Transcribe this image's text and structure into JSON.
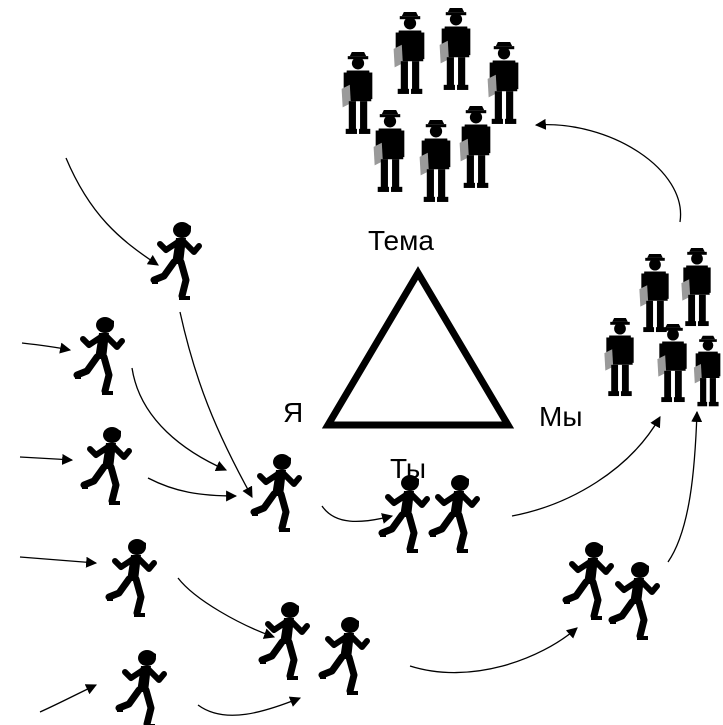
{
  "labels": {
    "top": "Тема",
    "left": "Я",
    "right": "Мы",
    "bottom": "Ты"
  },
  "icons": {
    "runner": "running-person-icon",
    "standing": "standing-person-with-folder-icon"
  },
  "colors": {
    "ink": "#000000",
    "background": "#ffffff",
    "folder": "#9a9a9a"
  }
}
